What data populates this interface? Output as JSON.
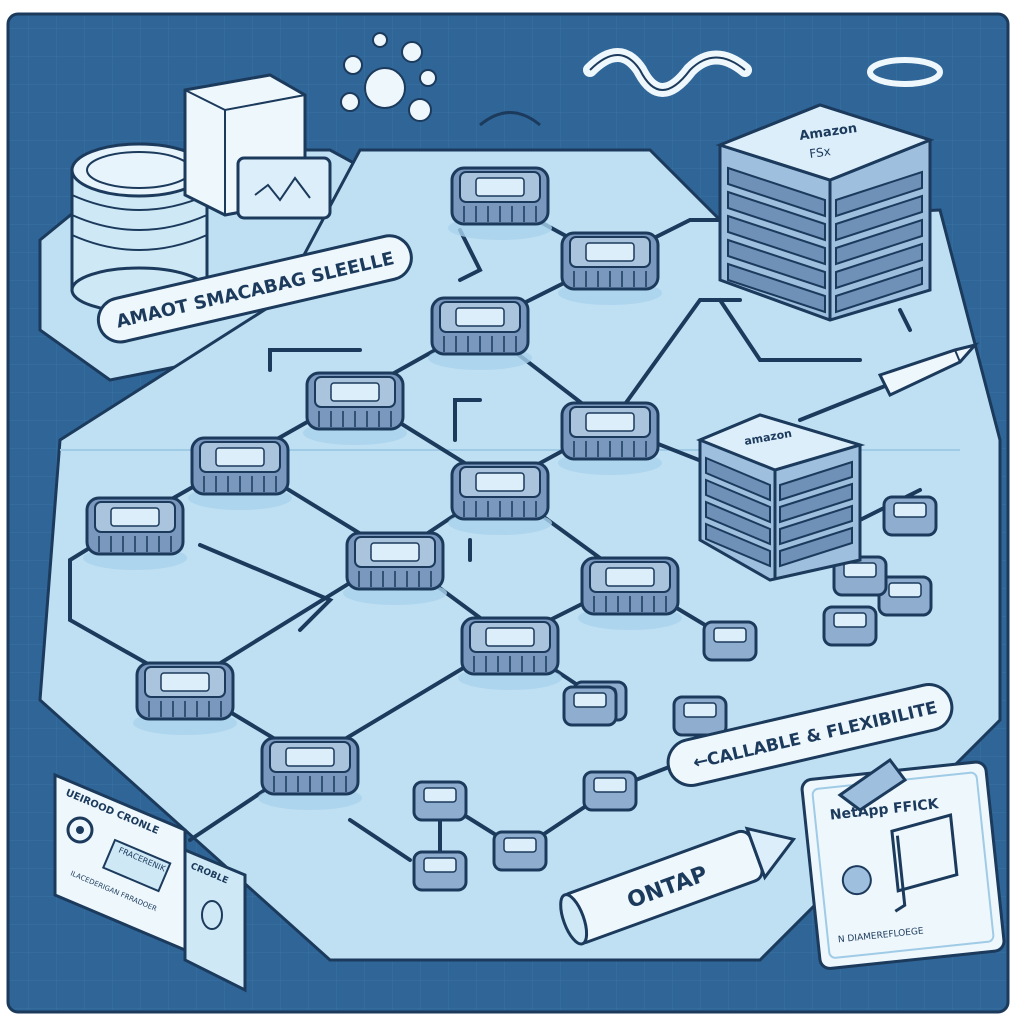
{
  "colors": {
    "frame": "#ffffff",
    "blueprint_bg": "#2f6597",
    "grid_line": "#3b72a4",
    "platform": "#bfe0f3",
    "platform_edge": "#1b3a5c",
    "node": "#7a98bd",
    "node_top": "#aac4dd",
    "wire": "#1b3a5c",
    "label_bg": "#eef7fc"
  },
  "labels": {
    "banner_top_left": "AMAOT SMACABAG SLEELLE",
    "server_top_line1": "Amazon",
    "server_top_line2": "FSx",
    "server_mid": "amazon",
    "banner_right": "CALLABLE & FLEXIBILITE",
    "pencil_text": "ONTAP",
    "card_right_title": "NetApp FFICK",
    "card_right_footer": "N DIAMEREFLOEGE",
    "card_left_title": "UEIROOD CRONLE",
    "card_left_line1": "FRACERENIK",
    "card_left_line2": "ILACEDERIGAN FRRADOER",
    "card_small_title": "CROBLE"
  },
  "icons": {
    "storage_drum": "stacked-disk-icon",
    "box": "storage-box-icon",
    "gear": "gear-icon",
    "arrow": "arrow-left-icon",
    "pencil": "pencil-icon",
    "ribbon": "ribbon-icon",
    "flower": "molecule-icon"
  }
}
